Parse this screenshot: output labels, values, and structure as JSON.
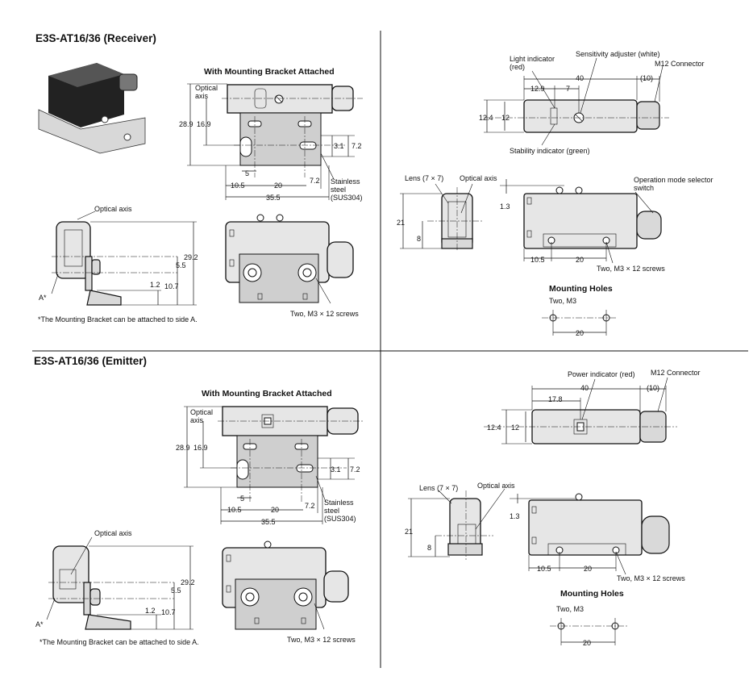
{
  "receiver": {
    "title": "E3S-AT16/36 (Receiver)",
    "bracket_title": "With Mounting Bracket Attached",
    "labels": {
      "optical_axis": "Optical axis",
      "optical_axis_2": "Optical axis",
      "stainless": "Stainless steel (SUS304)",
      "footnote": "*The Mounting Bracket can be attached to side A.",
      "a_mark": "A*",
      "screws_1": "Two, M3 × 12 screws",
      "light_indicator": "Light indicator (red)",
      "sensitivity": "Sensitivity adjuster (white)",
      "m12": "M12 Connector",
      "stability": "Stability indicator (green)",
      "lens": "Lens (7 × 7)",
      "optical_axis_3": "Optical axis",
      "op_mode": "Operation mode selector switch",
      "screws_2": "Two, M3 × 12 screws",
      "mounting_holes": "Mounting Holes",
      "two_m3": "Two, M3"
    },
    "dims": {
      "d28_9": "28.9",
      "d16_9": "16.9",
      "d3_1": "3.1",
      "d7_2a": "7.2",
      "d5": "5",
      "d10_5a": "10.5",
      "d20a": "20",
      "d7_2b": "7.2",
      "d35_5": "35.5",
      "d29_2": "29.2",
      "d5_5": "5.5",
      "d1_2": "1.2",
      "d10_7": "10.7",
      "d40": "40",
      "d10p": "(10)",
      "d12_9": "12.9",
      "d7": "7",
      "d12_4": "12.4",
      "d12": "12",
      "d21": "21",
      "d8": "8",
      "d1_3": "1.3",
      "d10_5b": "10.5",
      "d20b": "20",
      "d20c": "20"
    }
  },
  "emitter": {
    "title": "E3S-AT16/36 (Emitter)",
    "bracket_title": "With Mounting Bracket Attached",
    "labels": {
      "optical_axis": "Optical axis",
      "optical_axis_2": "Optical axis",
      "stainless": "Stainless steel (SUS304)",
      "footnote": "*The Mounting Bracket can be attached to side A.",
      "a_mark": "A*",
      "screws_1": "Two, M3 × 12 screws",
      "power_indicator": "Power indicator (red)",
      "m12": "M12 Connector",
      "lens": "Lens (7 × 7)",
      "optical_axis_3": "Optical axis",
      "screws_2": "Two, M3 × 12 screws",
      "mounting_holes": "Mounting Holes",
      "two_m3": "Two, M3"
    },
    "dims": {
      "d28_9": "28.9",
      "d16_9": "16.9",
      "d3_1": "3.1",
      "d7_2a": "7.2",
      "d5": "5",
      "d10_5a": "10.5",
      "d20a": "20",
      "d7_2b": "7.2",
      "d35_5": "35.5",
      "d29_2": "29.2",
      "d5_5": "5.5",
      "d1_2": "1.2",
      "d10_7": "10.7",
      "d40": "40",
      "d10p": "(10)",
      "d17_8": "17.8",
      "d12_4": "12.4",
      "d12": "12",
      "d21": "21",
      "d8": "8",
      "d1_3": "1.3",
      "d10_5b": "10.5",
      "d20b": "20",
      "d20c": "20"
    }
  }
}
